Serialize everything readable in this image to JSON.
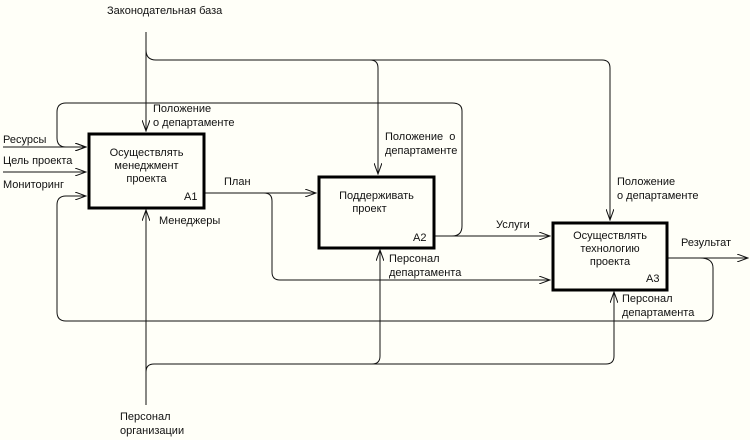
{
  "diagram": {
    "type": "IDEF0",
    "colors": {
      "background": "#fffff8",
      "line": "#111111"
    },
    "boxes": [
      {
        "id": "A1",
        "text": [
          "Осуществлять",
          "менеджмент",
          "проекта"
        ]
      },
      {
        "id": "A2",
        "text": [
          "Поддерживать",
          "проект"
        ]
      },
      {
        "id": "A3",
        "text": [
          "Осуществлять",
          "технологию",
          "проекта"
        ]
      }
    ],
    "labels": {
      "legislation": "Законодательная база",
      "dept_status_a1_1": "Положение",
      "dept_status_a1_2": "о департаменте",
      "dept_status_a2_1": "Положение  о",
      "dept_status_a2_2": "департаменте",
      "dept_status_a3_1": "Положение",
      "dept_status_a3_2": "о департаменте",
      "resources": "Ресурсы",
      "project_goal": "Цель проекта",
      "monitoring": "Мониторинг",
      "plan": "План",
      "managers": "Менеджеры",
      "services": "Услуги",
      "result": "Результат",
      "dept_staff_a2_1": "Персонал",
      "dept_staff_a2_2": "департамента",
      "dept_staff_a3_1": "Персонал",
      "dept_staff_a3_2": "департамента",
      "org_staff_1": "Персонал",
      "org_staff_2": "организации"
    }
  }
}
